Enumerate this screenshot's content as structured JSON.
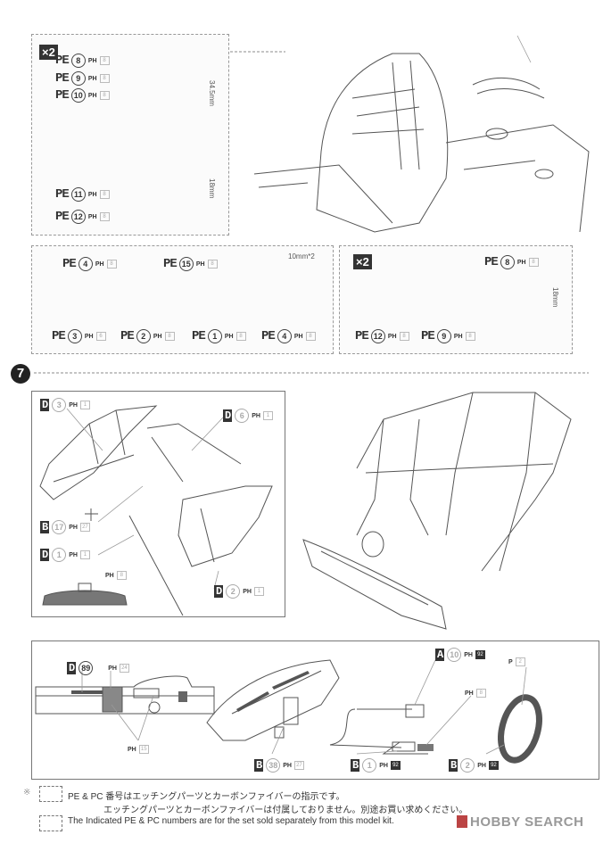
{
  "step_number": "7",
  "panel_seatbelt": {
    "multiplier": "×2",
    "labels": [
      {
        "prefix": "PE",
        "num": "8",
        "ph": "PH",
        "paint": "8"
      },
      {
        "prefix": "PE",
        "num": "9",
        "ph": "PH",
        "paint": "8"
      },
      {
        "prefix": "PE",
        "num": "10",
        "ph": "PH",
        "paint": "8"
      },
      {
        "prefix": "PE",
        "num": "11",
        "ph": "PH",
        "paint": "8"
      },
      {
        "prefix": "PE",
        "num": "12",
        "ph": "PH",
        "paint": "8"
      }
    ],
    "dim_long": "34.5mm",
    "dim_short": "18mm"
  },
  "panel_buckle": {
    "labels": [
      {
        "prefix": "PE",
        "num": "4",
        "ph": "PH",
        "paint": "8"
      },
      {
        "prefix": "PE",
        "num": "15",
        "ph": "PH",
        "paint": "8"
      },
      {
        "prefix": "PE",
        "num": "3",
        "ph": "PH",
        "paint": "6"
      },
      {
        "prefix": "PE",
        "num": "2",
        "ph": "PH",
        "paint": "8"
      },
      {
        "prefix": "PE",
        "num": "1",
        "ph": "PH",
        "paint": "8"
      },
      {
        "prefix": "PE",
        "num": "4",
        "ph": "PH",
        "paint": "8"
      }
    ],
    "dim": "10mm*2"
  },
  "panel_strap": {
    "multiplier": "×2",
    "labels": [
      {
        "prefix": "PE",
        "num": "8",
        "ph": "PH",
        "paint": "8"
      },
      {
        "prefix": "PE",
        "num": "12",
        "ph": "PH",
        "paint": "8"
      },
      {
        "prefix": "PE",
        "num": "9",
        "ph": "PH",
        "paint": "8"
      }
    ],
    "dim": "18mm"
  },
  "panel_rollcage": {
    "labels": [
      {
        "prefix": "D",
        "num": "3",
        "ph": "PH",
        "paint": "1"
      },
      {
        "prefix": "D",
        "num": "6",
        "ph": "PH",
        "paint": "1"
      },
      {
        "prefix": "B",
        "num": "17",
        "ph": "PH",
        "paint": "27"
      },
      {
        "prefix": "D",
        "num": "1",
        "ph": "PH",
        "paint": "1"
      },
      {
        "prefix": "D",
        "num": "2",
        "ph": "PH",
        "paint": "1"
      }
    ],
    "mirror_ph": {
      "ph": "PH",
      "paint": "8"
    }
  },
  "panel_dash": {
    "labels": [
      {
        "prefix": "D",
        "num": "89",
        "ph": "PH",
        "paint": "24"
      },
      {
        "prefix": "B",
        "num": "38",
        "ph": "PH",
        "paint": "27"
      },
      {
        "prefix": "B",
        "num": "1",
        "ph": "PH",
        "paint": "92"
      },
      {
        "prefix": "B",
        "num": "2",
        "ph": "PH",
        "paint": "92"
      },
      {
        "prefix": "A",
        "num": "10",
        "ph": "PH",
        "paint": "92"
      }
    ],
    "meter_ph": {
      "ph": "PH",
      "paint": "15"
    },
    "column_ph": {
      "ph": "PH",
      "paint": "8"
    },
    "wheel_ph": {
      "ph": "P",
      "paint": "2"
    }
  },
  "footer": {
    "mark": "※",
    "jp_line1": "PE & PC 番号はエッチングパーツとカーボンファイバーの指示です。",
    "jp_line2": "エッチングパーツとカーボンファイバーは付属しておりません。別途お買い求めください。",
    "en_line": "The Indicated PE & PC numbers are for the set sold separately from this model kit."
  },
  "watermark": "HOBBY SEARCH"
}
